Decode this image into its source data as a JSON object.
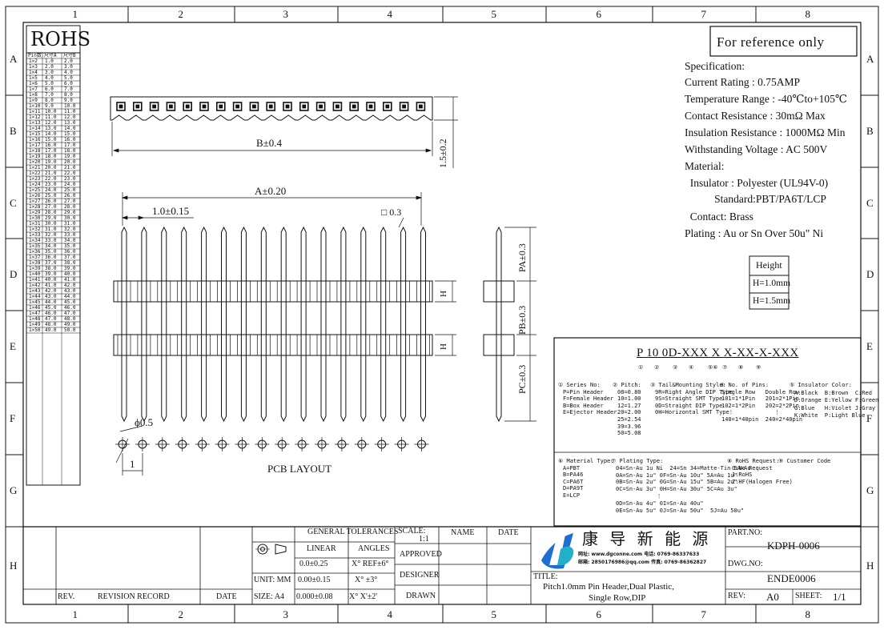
{
  "grid": {
    "columns": [
      "1",
      "2",
      "3",
      "4",
      "5",
      "6",
      "7",
      "8"
    ],
    "rows": [
      "A",
      "B",
      "C",
      "D",
      "E",
      "F",
      "G",
      "H"
    ]
  },
  "rohs": {
    "title": "ROHS",
    "headers": [
      "Pin数",
      "尺寸A",
      "尺寸B"
    ],
    "rows": [
      [
        "1×2",
        "1.0",
        "2.0"
      ],
      [
        "1×3",
        "2.0",
        "3.0"
      ],
      [
        "1×4",
        "3.0",
        "4.0"
      ],
      [
        "1×5",
        "4.0",
        "5.0"
      ],
      [
        "1×6",
        "5.0",
        "6.0"
      ],
      [
        "1×7",
        "6.0",
        "7.0"
      ],
      [
        "1×8",
        "7.0",
        "8.0"
      ],
      [
        "1×9",
        "8.0",
        "9.0"
      ],
      [
        "1×10",
        "9.0",
        "10.0"
      ],
      [
        "1×11",
        "10.0",
        "11.0"
      ],
      [
        "1×12",
        "11.0",
        "12.0"
      ],
      [
        "1×13",
        "12.0",
        "13.0"
      ],
      [
        "1×14",
        "13.0",
        "14.0"
      ],
      [
        "1×15",
        "14.0",
        "15.0"
      ],
      [
        "1×16",
        "15.0",
        "16.0"
      ],
      [
        "1×17",
        "16.0",
        "17.0"
      ],
      [
        "1×18",
        "17.0",
        "18.0"
      ],
      [
        "1×19",
        "18.0",
        "19.0"
      ],
      [
        "1×20",
        "19.0",
        "20.0"
      ],
      [
        "1×21",
        "20.0",
        "21.0"
      ],
      [
        "1×22",
        "21.0",
        "22.0"
      ],
      [
        "1×23",
        "22.0",
        "23.0"
      ],
      [
        "1×24",
        "23.0",
        "24.0"
      ],
      [
        "1×25",
        "24.0",
        "25.0"
      ],
      [
        "1×26",
        "25.0",
        "26.0"
      ],
      [
        "1×27",
        "26.0",
        "27.0"
      ],
      [
        "1×28",
        "27.0",
        "28.0"
      ],
      [
        "1×29",
        "28.0",
        "29.0"
      ],
      [
        "1×30",
        "29.0",
        "30.0"
      ],
      [
        "1×31",
        "30.0",
        "31.0"
      ],
      [
        "1×32",
        "31.0",
        "32.0"
      ],
      [
        "1×33",
        "32.0",
        "33.0"
      ],
      [
        "1×34",
        "33.0",
        "34.0"
      ],
      [
        "1×35",
        "34.0",
        "35.0"
      ],
      [
        "1×36",
        "35.0",
        "36.0"
      ],
      [
        "1×37",
        "36.0",
        "37.0"
      ],
      [
        "1×38",
        "37.0",
        "38.0"
      ],
      [
        "1×39",
        "38.0",
        "39.0"
      ],
      [
        "1×40",
        "39.0",
        "40.0"
      ],
      [
        "1×41",
        "40.0",
        "41.0"
      ],
      [
        "1×42",
        "41.0",
        "42.0"
      ],
      [
        "1×43",
        "42.0",
        "43.0"
      ],
      [
        "1×44",
        "43.0",
        "44.0"
      ],
      [
        "1×45",
        "44.0",
        "45.0"
      ],
      [
        "1×46",
        "45.0",
        "46.0"
      ],
      [
        "1×47",
        "46.0",
        "47.0"
      ],
      [
        "1×48",
        "47.0",
        "48.0"
      ],
      [
        "1×49",
        "48.0",
        "49.0"
      ],
      [
        "1×50",
        "49.0",
        "50.0"
      ]
    ]
  },
  "reference_note": "For reference only",
  "spec_lines": [
    "Specification:",
    "Current Rating : 0.75AMP",
    "Temperature Range : -40℃to+105℃",
    "Contact Resistance : 30mΩ Max",
    "Insulation Resistance : 1000MΩ Min",
    "Withstanding Voltage : AC 500V",
    "Material:",
    "  Insulator : Polyester (UL94V-0)",
    "           Standard:PBT/PA6T/LCP",
    "  Contact: Brass",
    "Plating : Au or Sn Over 50u\" Ni"
  ],
  "height_table": {
    "title": "Height",
    "rows": [
      "H=1.0mm",
      "H=1.5mm"
    ]
  },
  "dimensions": {
    "b_len": "B±0.4",
    "thick": "1.5±0.2",
    "a_len": "A±0.20",
    "pitch": "1.0±0.15",
    "square": "□ 0.3",
    "h_mark": "H",
    "pa": "PA±0.3",
    "pb": "PB±0.3",
    "pc": "PC±0.3",
    "hole": "ϕ0.5",
    "pcb_pitch": "1",
    "pcb_label": "PCB LAYOUT"
  },
  "part_code": {
    "code": "P 10 0D-XXX X X-XX-X-XXX",
    "markers": [
      "①",
      "②",
      "③",
      "④",
      "⑤⑥",
      "⑦",
      "⑧",
      "⑨"
    ]
  },
  "legend": {
    "series": {
      "title": "① Series No:",
      "items": [
        "P=Pin Header",
        "F=Female Header",
        "B=Box Header",
        "E=Ejector Header"
      ]
    },
    "pitch": {
      "title": "② Pitch:",
      "items": [
        "08=0.80",
        "10=1.00",
        "12=1.27",
        "20=2.00",
        "25=2.54",
        "39=3.96",
        "50=5.08"
      ]
    },
    "tail": {
      "title": "③ Tail&Mounting Style:",
      "items": [
        "9R=Right Angle DIP Type",
        "9S=Straight SMT Type",
        "0D=Straight DIP Type",
        "0H=Horizontal SMT Type"
      ]
    },
    "pins": {
      "title": "④ No. of Pins:",
      "items": [
        "Single Row   Double Row",
        "101=1*1Pin   201=2*1Pin",
        "102=1*2Pin   202=2*2Pin",
        "  ⋮            ⋮",
        "140=1*40pin  240=2*40pin"
      ]
    },
    "insulator": {
      "title": "⑤ Insulator Color:",
      "items": [
        "A:Black  B:Brown  C:Red",
        "D:Orange E:Yellow F:Green",
        "G:Blue   H:Violet J:Gray",
        "K:White  P:Light Blue"
      ]
    },
    "material": {
      "title": "⑥ Material Type:",
      "items": [
        "A=PBT",
        "B=PA46",
        "C=PA6T",
        "D=PA9T",
        "E=LCP"
      ]
    },
    "plating": {
      "title": "⑦ Plating Type:",
      "items": [
        "04=Sn-Au 1u Ni  24=Sn 34=Matte-Tin 5A=Au",
        "0A=Sn-Au 1u\" 0F=Sn-Au 10u\" 5A=Au 1u\"",
        "0B=Sn-Au 2u\" 0G=Sn-Au 15u\" 5B=Au 2u\"",
        "0C=Sn-Au 3u\" 0H=Sn-Au 30u\" 5C=Au 3u\"",
        "            ⋮",
        "0D=Sn-Au 4u\" 0I=Sn-Au 40u\"",
        "0E=Sn-Au 5u\" 0J=Sn-Au 50u\"  5J=Au 50u\""
      ]
    },
    "rohs": {
      "title": "⑧ RoHS Request:",
      "items": [
        "0:No Request",
        "1:RoHS",
        "2:HF(Halogen Free)"
      ]
    },
    "customer": {
      "title": "⑨ Customer Code",
      "items": []
    }
  },
  "title_block": {
    "general_tolerances": "GENERAL TOLERANCES",
    "linear": "LINEAR",
    "angles": "ANGLES",
    "tol1": "0.0±0.25",
    "tol1b": "X° REF±6°",
    "unit": "UNIT: MM",
    "tol2": "0.00±0.15",
    "tol2b": "X° ±3°",
    "size": "SIZE: A4",
    "tol3": "0.000±0.08",
    "tol3b": "X° X'±2'",
    "scale_label": "SCALE:",
    "scale_value": "1:1",
    "approved": "APPROVED",
    "designer": "DESIGNER",
    "drawn": "DRAWN",
    "name": "NAME",
    "date": "DATE",
    "rev": "REV.",
    "revision_record": "REVISION RECORD",
    "rev_date": "DATE",
    "company_cn": "康 导 新 能 源",
    "company_web": "网址: www.dgconne.com  电话: 0769-86337633",
    "company_mail": "邮箱: 2850176986@qq.com 传真: 0769-86362827",
    "part_no_label": "PART.NO:",
    "part_no": "KDPH-0006",
    "dwg_no_label": "DWG.NO:",
    "dwg_no": "ENDE0006",
    "title_label": "TITLE:",
    "title_line1": "Pitch1.0mm Pin Header,Dual Plastic,",
    "title_line2": "Single Row,DIP",
    "rev_label": "REV:",
    "rev_value": "A0",
    "sheet_label": "SHEET:",
    "sheet_value": "1/1"
  },
  "colors": {
    "line": "#111111",
    "logo_blue": "#1d6fd0",
    "logo_teal": "#20b0c8"
  }
}
